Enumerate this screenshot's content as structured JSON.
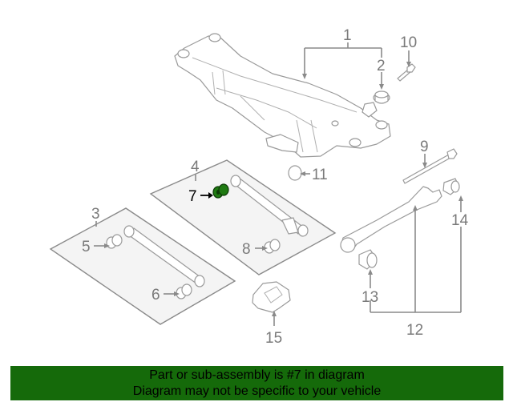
{
  "diagram": {
    "highlight_color": "#1f7a12",
    "callouts": [
      {
        "id": "1",
        "label": "1"
      },
      {
        "id": "2",
        "label": "2"
      },
      {
        "id": "3",
        "label": "3"
      },
      {
        "id": "4",
        "label": "4"
      },
      {
        "id": "5",
        "label": "5"
      },
      {
        "id": "6",
        "label": "6"
      },
      {
        "id": "7",
        "label": "7",
        "highlighted": true
      },
      {
        "id": "8",
        "label": "8"
      },
      {
        "id": "9",
        "label": "9"
      },
      {
        "id": "10",
        "label": "10"
      },
      {
        "id": "11",
        "label": "11"
      },
      {
        "id": "12",
        "label": "12"
      },
      {
        "id": "13",
        "label": "13"
      },
      {
        "id": "14",
        "label": "14"
      },
      {
        "id": "15",
        "label": "15"
      }
    ]
  },
  "banner": {
    "color": "#156a0a",
    "line1": "Part or sub-assembly is #7 in diagram",
    "line2": "Diagram may not be specific to your vehicle"
  }
}
